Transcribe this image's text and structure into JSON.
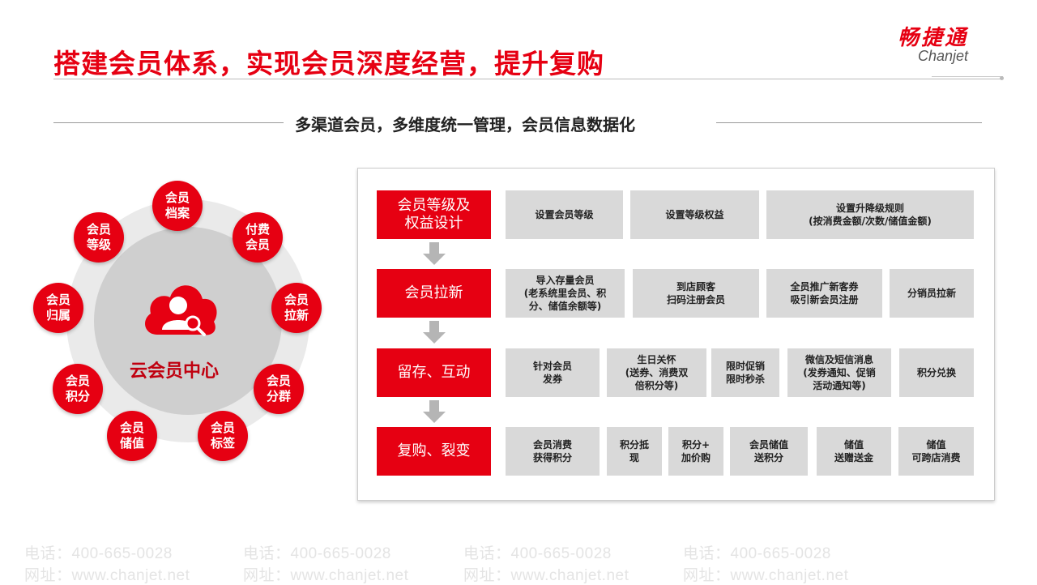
{
  "watermark": {
    "phone": "电话：400-665-0028",
    "site": "网址：www.chanjet.net"
  },
  "header": {
    "title": "搭建会员体系，实现会员深度经营，提升复购",
    "logo_cn": "畅捷通",
    "logo_en": "Chanjet"
  },
  "subtitle": "多渠道会员，多维度统一管理，会员信息数据化",
  "hub": {
    "center_label": "云会员中心",
    "center_icon": "cloud-user-search-icon",
    "nodes": [
      "会员档案",
      "付费会员",
      "会员拉新",
      "会员分群",
      "会员标签",
      "会员储值",
      "会员积分",
      "会员归属",
      "会员等级"
    ]
  },
  "stages": [
    {
      "label": "会员等级及\n权益设计",
      "items": [
        "设置会员等级",
        "设置等级权益",
        "设置升降级规则\n(按消费金额/次数/储值金额)"
      ]
    },
    {
      "label": "会员拉新",
      "items": [
        "导入存量会员\n(老系统里会员、积\n分、储值余额等)",
        "到店顾客\n扫码注册会员",
        "全员推广新客券\n吸引新会员注册",
        "分销员拉新"
      ]
    },
    {
      "label": "留存、互动",
      "items": [
        "针对会员\n发券",
        "生日关怀\n(送券、消费双\n倍积分等)",
        "限时促销\n限时秒杀",
        "微信及短信消息\n(发券通知、促销\n活动通知等)",
        "积分兑换"
      ]
    },
    {
      "label": "复购、裂变",
      "items": [
        "会员消费\n获得积分",
        "积分抵\n现",
        "积分+\n加价购",
        "会员储值\n送积分",
        "储值\n送赠送金",
        "储值\n可跨店消费"
      ]
    }
  ],
  "colors": {
    "brand": "#e60012",
    "box": "#d6d6d6"
  }
}
